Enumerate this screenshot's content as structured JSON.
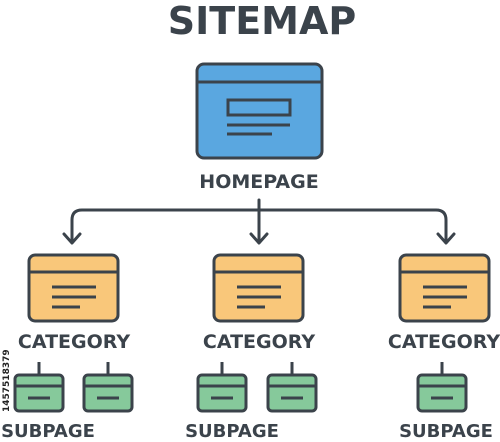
{
  "title": "SITEMAP",
  "homepage": {
    "label": "HOMEPAGE",
    "color": "#5aa7e0"
  },
  "categories": [
    {
      "label": "CATEGORY"
    },
    {
      "label": "CATEGORY"
    },
    {
      "label": "CATEGORY"
    }
  ],
  "subpage_groups": [
    {
      "label": "SUBPAGE",
      "count": 2
    },
    {
      "label": "SUBPAGE",
      "count": 2
    },
    {
      "label": "SUBPAGE",
      "count": 1
    }
  ],
  "colors": {
    "stroke": "#3b434b",
    "homepage_fill": "#5aa7e0",
    "category_fill": "#f9c77a",
    "subpage_fill": "#86c99b"
  },
  "stock_id": "1457518379"
}
